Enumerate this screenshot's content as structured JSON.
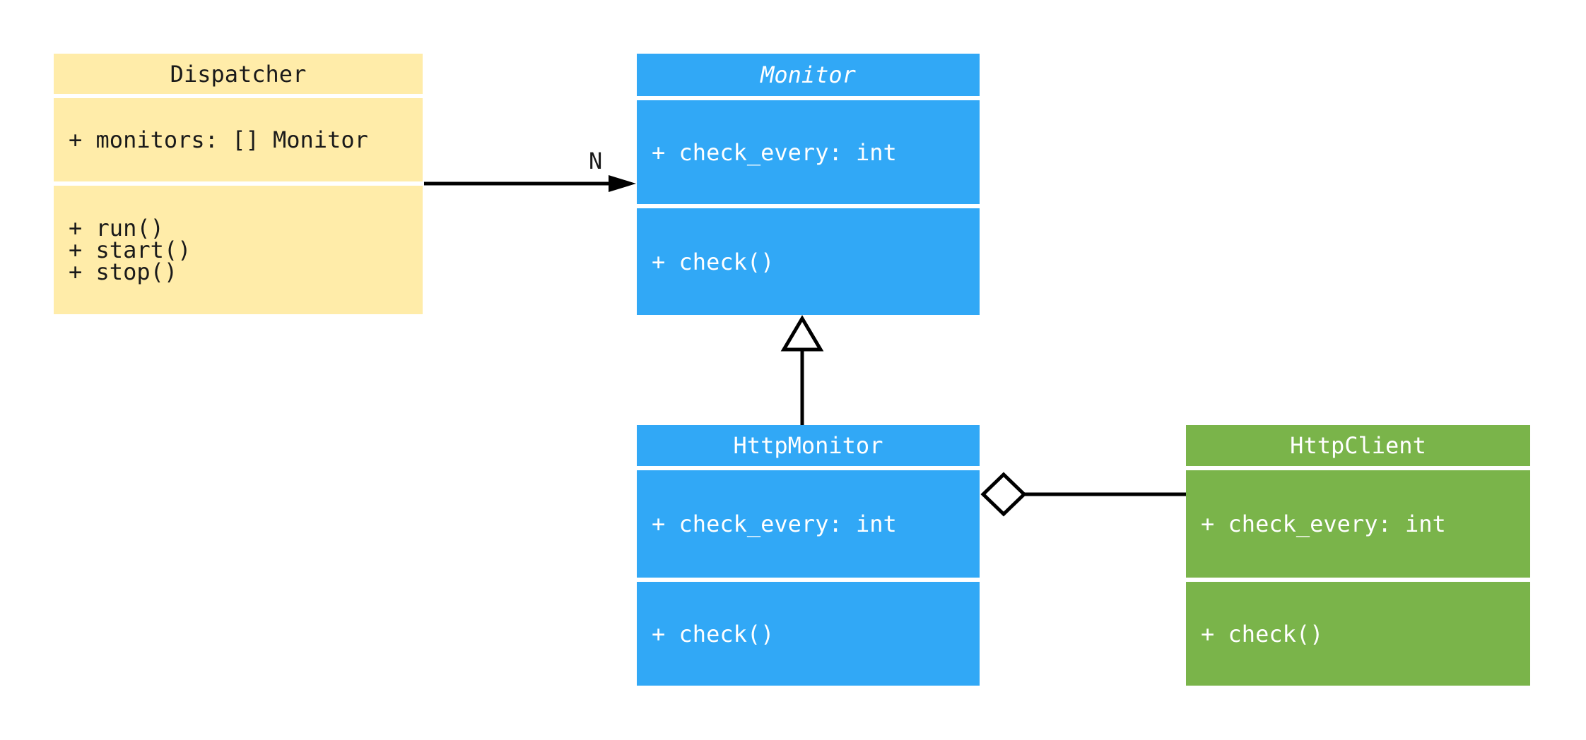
{
  "diagram": {
    "kind": "uml-class-diagram",
    "background": "#FFFFFF"
  },
  "colors": {
    "dispatcher_fill": "#FFECA9",
    "monitor_fill": "#31A8F6",
    "httpclient_fill": "#7AB44A",
    "dark_text": "#1A1A1A",
    "light_text": "#FFFFFF",
    "connector": "#000000"
  },
  "classes": [
    {
      "name": "Dispatcher",
      "abstract": false,
      "attributes": [
        "+ monitors: [] Monitor"
      ],
      "methods": [
        "+ run()",
        "+ start()",
        "+ stop()"
      ]
    },
    {
      "name": "Monitor",
      "abstract": true,
      "attributes": [
        "+ check_every: int"
      ],
      "methods": [
        "+ check()"
      ]
    },
    {
      "name": "HttpMonitor",
      "abstract": false,
      "attributes": [
        "+ check_every: int"
      ],
      "methods": [
        "+ check()"
      ]
    },
    {
      "name": "HttpClient",
      "abstract": false,
      "attributes": [
        "+ check_every: int"
      ],
      "methods": [
        "+ check()"
      ]
    }
  ],
  "relationships": [
    {
      "type": "association",
      "from": "Dispatcher",
      "to": "Monitor",
      "multiplicity": "N"
    },
    {
      "type": "inheritance",
      "from": "HttpMonitor",
      "to": "Monitor"
    },
    {
      "type": "aggregation",
      "from": "HttpMonitor",
      "to": "HttpClient"
    }
  ]
}
